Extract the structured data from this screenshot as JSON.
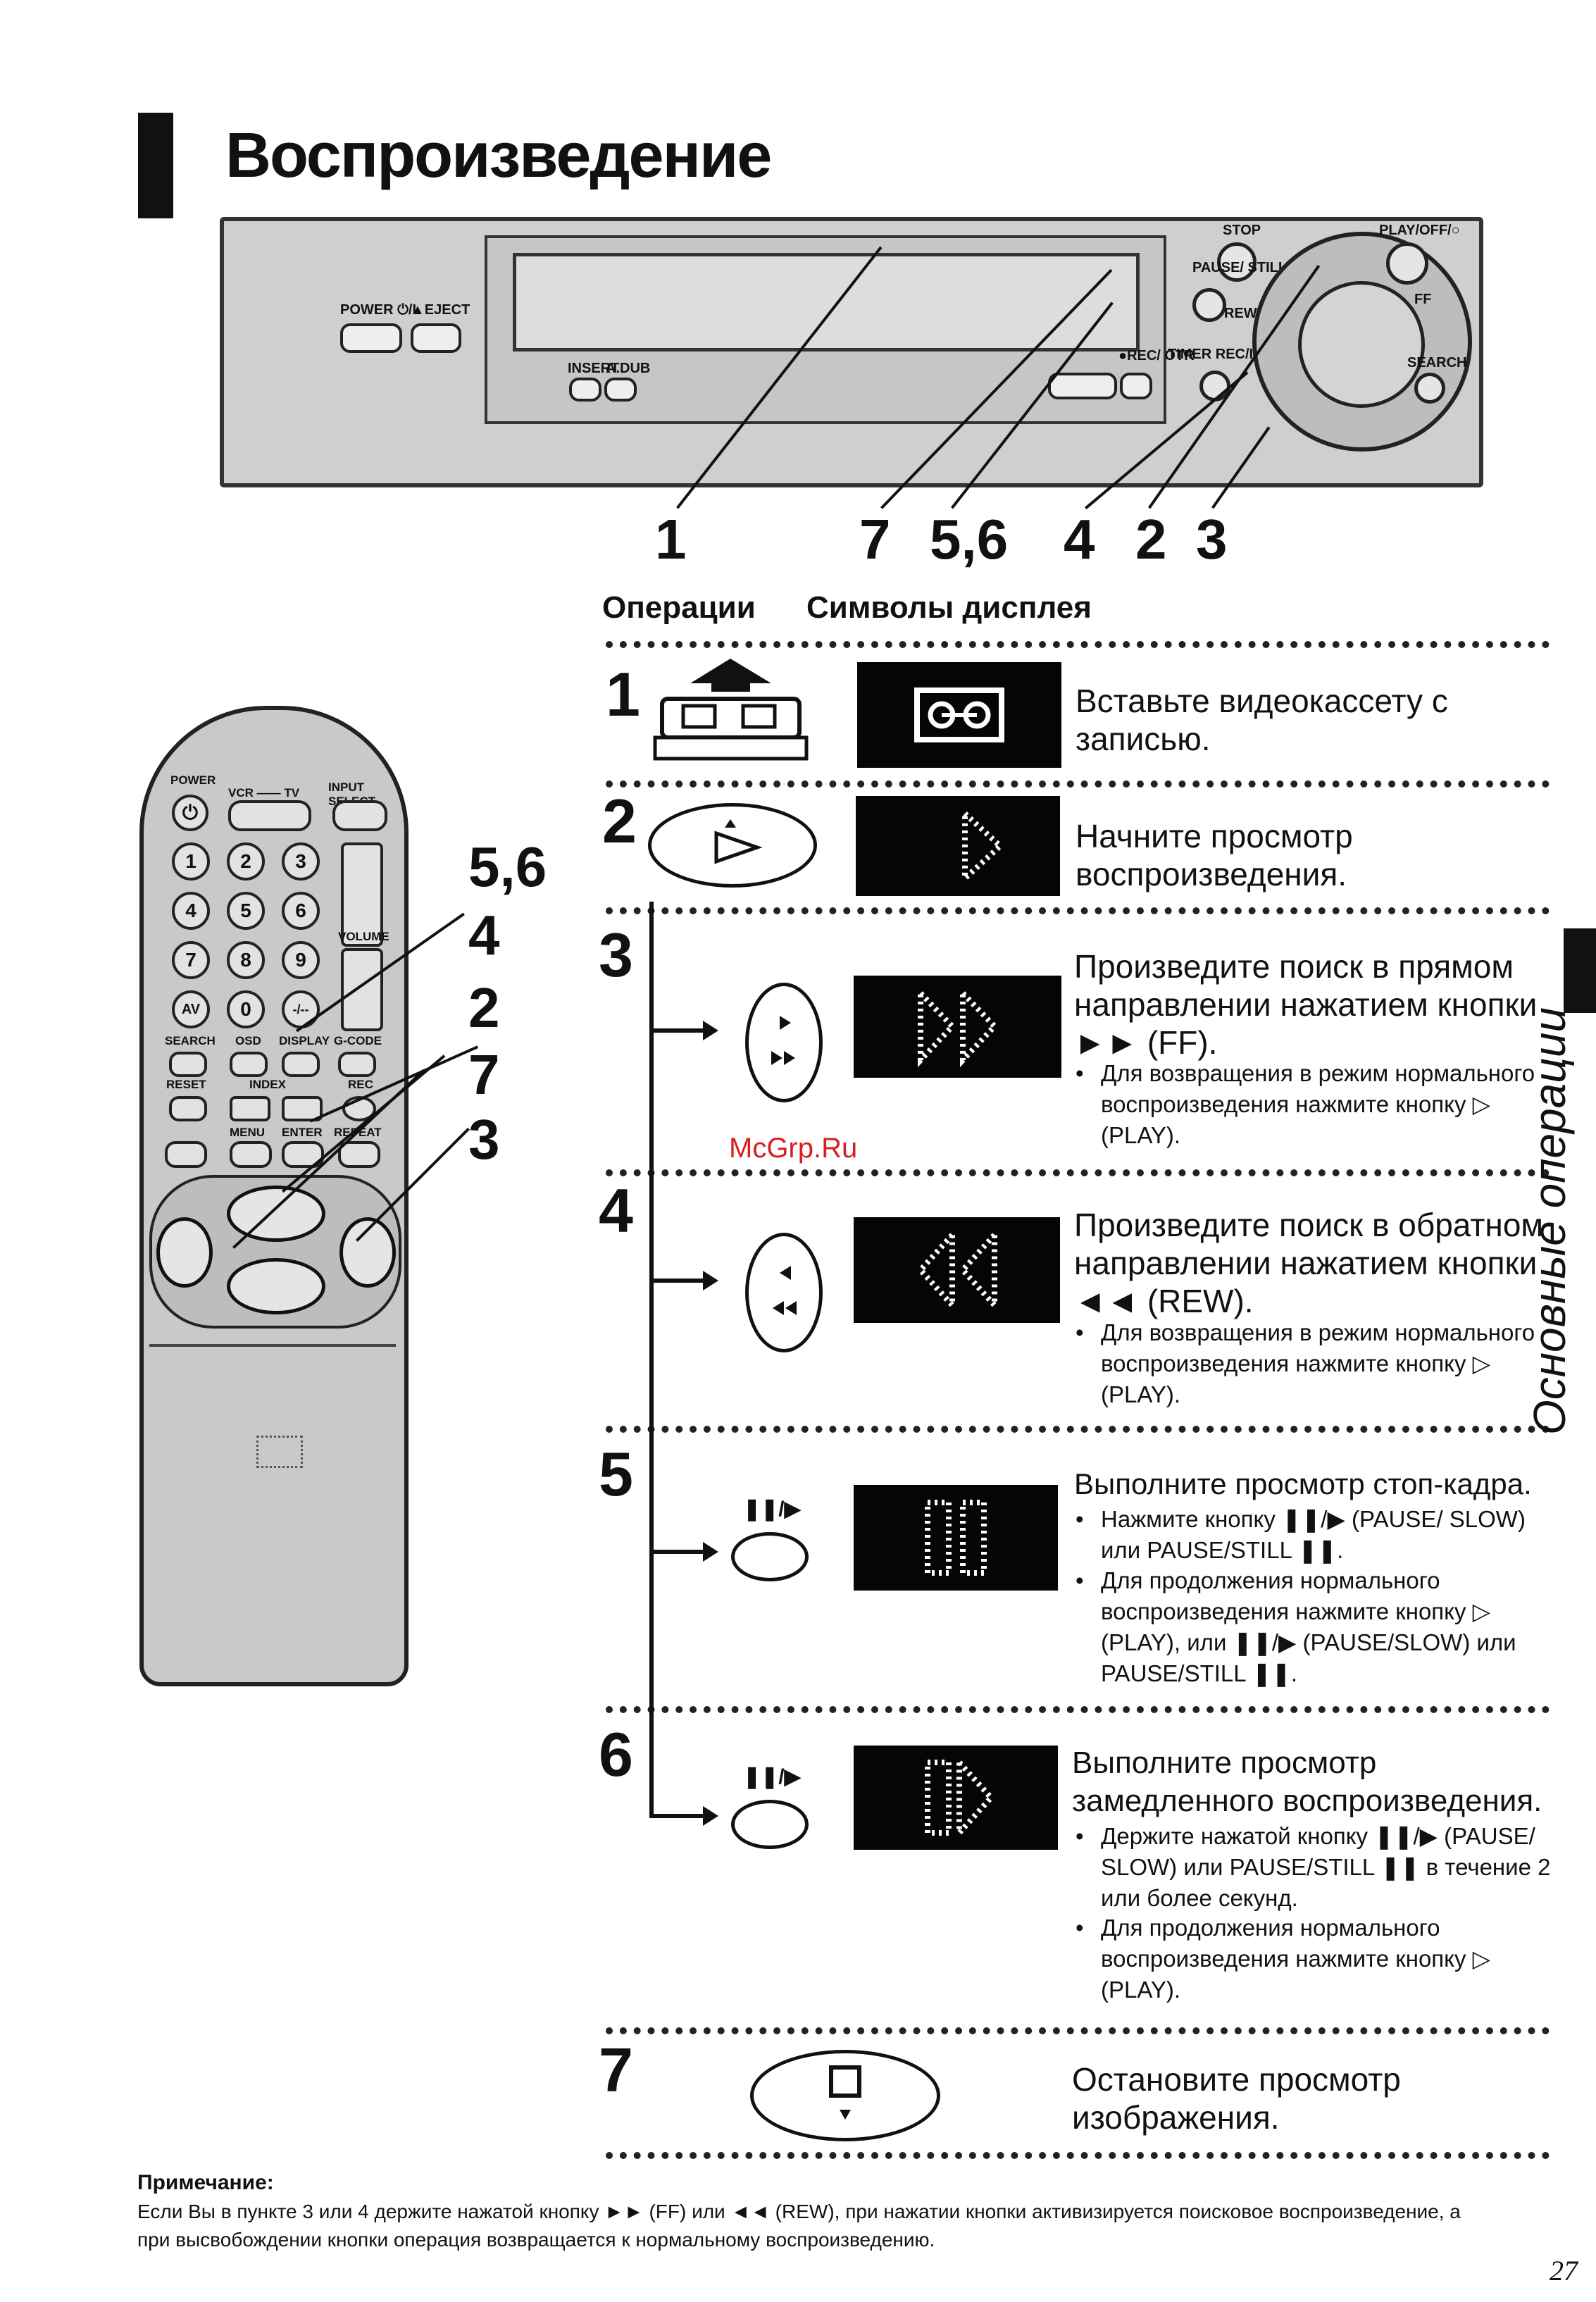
{
  "title": "Воспроизведение",
  "vcr": {
    "stop": "STOP",
    "play_ff": "PLAY/OFF/○",
    "pause_still": "PAUSE/ STILL",
    "power": "POWER ⏻/I",
    "eject": "▲EJECT",
    "insert": "INSERT",
    "adub": "A.DUB",
    "rew": "REW",
    "ff": "FF",
    "rec_otr": "●REC/ OTR",
    "timer_rec": "TIMER REC/I/⏻",
    "search": "SEARCH"
  },
  "callouts": [
    "1",
    "7",
    "5,6",
    "4",
    "2",
    "3"
  ],
  "columns": {
    "operations": "Операции",
    "display_symbols": "Символы дисплея"
  },
  "steps": [
    {
      "num": "1",
      "text": "Вставьте видеокассету с записью.",
      "bullets": []
    },
    {
      "num": "2",
      "text": "Начните просмотр воспроизведения.",
      "bullets": []
    },
    {
      "num": "3",
      "text": "Произведите поиск в прямом направлении нажатием кнопки ►► (FF).",
      "bullets": [
        "Для возвращения в режим нормального воспроизведения нажмите кнопку ▷ (PLAY)."
      ]
    },
    {
      "num": "4",
      "text": "Произведите поиск в обратном направлении нажатием кнопки ◄◄ (REW).",
      "bullets": [
        "Для возвращения в режим нормального воспроизведения нажмите кнопку ▷ (PLAY)."
      ]
    },
    {
      "num": "5",
      "text": "Выполните просмотр стоп-кадра.",
      "bullets": [
        "Нажмите кнопку ❚❚/▶ (PAUSE/ SLOW) или PAUSE/STILL ❚❚.",
        "Для продолжения нормального воспроизведения нажмите кнопку ▷ (PLAY), или ❚❚/▶ (PAUSE/SLOW) или PAUSE/STILL ❚❚."
      ]
    },
    {
      "num": "6",
      "text": "Выполните просмотр замедленного воспроизведения.",
      "bullets": [
        "Держите нажатой кнопку ❚❚/▶ (PAUSE/ SLOW) или PAUSE/STILL ❚❚ в течение 2 или более секунд.",
        "Для продолжения нормального воспроизведения нажмите кнопку ▷ (PLAY)."
      ]
    },
    {
      "num": "7",
      "text": "Остановите просмотр изображения.",
      "bullets": []
    }
  ],
  "pause_slow_label": "❚❚/▶",
  "remote": {
    "power": "POWER",
    "vcr_tv": "VCR —— TV",
    "input_select": "INPUT SELECT",
    "volume": "VOLUME",
    "search": "SEARCH",
    "osd": "OSD",
    "display": "DISPLAY",
    "gcode": "G-CODE",
    "reset": "RESET",
    "index": "INDEX",
    "rec": "REC",
    "menu": "MENU",
    "enter": "ENTER",
    "repeat": "REPEAT",
    "digits": [
      "1",
      "2",
      "3",
      "4",
      "5",
      "6",
      "7",
      "8",
      "9",
      "AV",
      "0",
      "-/--"
    ]
  },
  "remote_callouts": [
    "5,6",
    "4",
    "2",
    "7",
    "3"
  ],
  "watermark": "McGrp.Ru",
  "side_tab_text": "Основные операции",
  "note": {
    "heading": "Примечание:",
    "text": "Если Вы в пункте 3 или 4 держите нажатой кнопку ►► (FF) или ◄◄ (REW), при нажатии кнопки активизируется поисковое воспроизведение, а при высвобождении кнопки операция возвращается к нормальному воспроизведению."
  },
  "page_number": "27"
}
